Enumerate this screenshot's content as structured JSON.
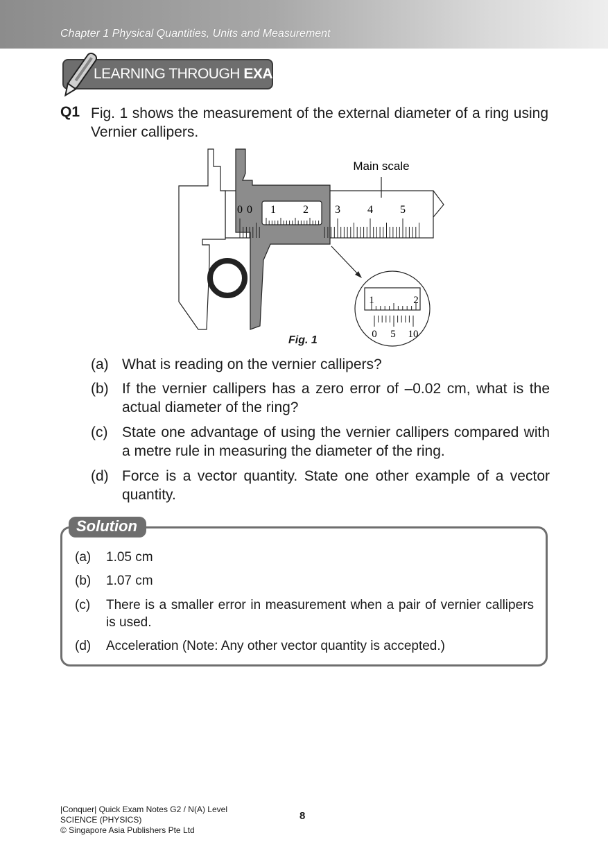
{
  "header": {
    "chapter": "Chapter 1  Physical Quantities, Units and Measurement",
    "banner_light": "LEARNING THROUGH ",
    "banner_bold": "EXAMPLES",
    "pen_icon": "pen-icon"
  },
  "question": {
    "label": "Q1",
    "text": "Fig. 1 shows the measurement of the external diameter of a ring using Vernier callipers.",
    "figure": {
      "main_scale_label": "Main scale",
      "main_ticks": [
        "0",
        "1",
        "2",
        "3",
        "4",
        "5"
      ],
      "vernier_inline_label": "0",
      "zoom_main_ticks": [
        "1",
        "2"
      ],
      "zoom_vernier_ticks": [
        "0",
        "5",
        "10"
      ],
      "caption": "Fig. 1"
    },
    "parts": [
      {
        "label": "(a)",
        "text": "What is reading on the vernier callipers?"
      },
      {
        "label": "(b)",
        "text": "If the vernier callipers has a zero error of –0.02 cm, what is the actual diameter of the ring?"
      },
      {
        "label": "(c)",
        "text": "State one advantage of using the vernier callipers compared with a metre rule in measuring the diameter of the ring."
      },
      {
        "label": "(d)",
        "text": "Force is a vector quantity. State one other example of a vector quantity."
      }
    ]
  },
  "solution": {
    "title": "Solution",
    "answers": [
      {
        "label": "(a)",
        "text": "1.05 cm"
      },
      {
        "label": "(b)",
        "text": "1.07 cm"
      },
      {
        "label": "(c)",
        "text": "There is a smaller error in measurement when a pair of vernier callipers is used."
      },
      {
        "label": "(d)",
        "text": "Acceleration (Note: Any other vector quantity is accepted.)"
      }
    ]
  },
  "footer": {
    "line1": "|Conquer| Quick Exam Notes G2 / N(A) Level",
    "line2": "SCIENCE (PHYSICS)",
    "line3": "© Singapore Asia Publishers Pte Ltd",
    "page_number": "8"
  }
}
